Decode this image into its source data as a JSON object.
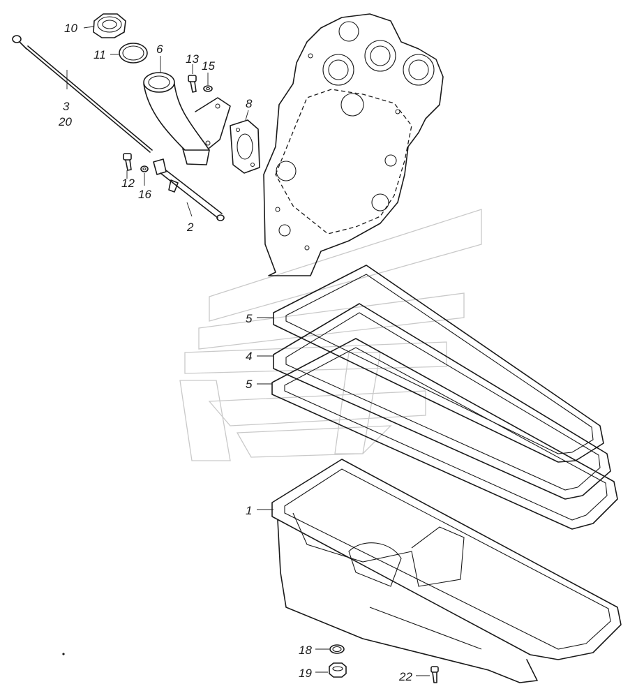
{
  "callouts": [
    {
      "id": "10",
      "text": "10"
    },
    {
      "id": "11",
      "text": "11"
    },
    {
      "id": "6",
      "text": "6"
    },
    {
      "id": "13",
      "text": "13"
    },
    {
      "id": "15",
      "text": "15"
    },
    {
      "id": "8",
      "text": "8"
    },
    {
      "id": "3",
      "text": "3"
    },
    {
      "id": "20",
      "text": "20"
    },
    {
      "id": "12",
      "text": "12"
    },
    {
      "id": "16",
      "text": "16"
    },
    {
      "id": "2",
      "text": "2"
    },
    {
      "id": "5a",
      "text": "5"
    },
    {
      "id": "4",
      "text": "4"
    },
    {
      "id": "5b",
      "text": "5"
    },
    {
      "id": "1",
      "text": "1"
    },
    {
      "id": "18",
      "text": "18"
    },
    {
      "id": "19",
      "text": "19"
    },
    {
      "id": "22",
      "text": "22"
    }
  ],
  "colors": {
    "line": "#1a1a1a",
    "watermark": "#c9c9c9",
    "background": "#ffffff"
  }
}
